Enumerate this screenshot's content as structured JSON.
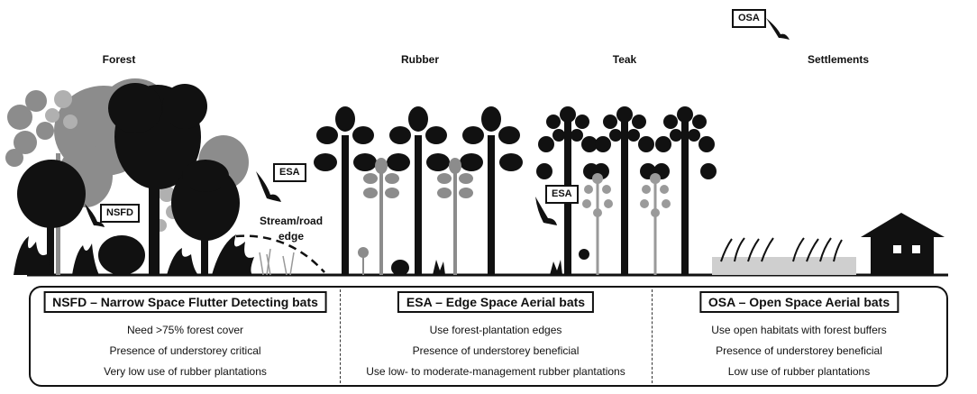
{
  "habitats": {
    "forest": "Forest",
    "rubber": "Rubber",
    "teak": "Teak",
    "settlements": "Settlements"
  },
  "tags": {
    "osa": "OSA",
    "esa_edge": "ESA",
    "esa_teak": "ESA",
    "nsfd": "NSFD"
  },
  "edge_label": {
    "line1": "Stream/road",
    "line2": "edge"
  },
  "guilds": [
    {
      "title": "NSFD – Narrow Space Flutter Detecting bats",
      "points": [
        "Need >75% forest cover",
        "Presence of understorey critical",
        "Very low use of rubber plantations"
      ]
    },
    {
      "title": "ESA – Edge Space Aerial bats",
      "points": [
        "Use forest-plantation edges",
        "Presence of understorey beneficial",
        "Use low- to moderate-management  rubber plantations"
      ]
    },
    {
      "title": "OSA – Open Space Aerial bats",
      "points": [
        "Use open habitats with forest buffers",
        "Presence of understorey beneficial",
        "Low use of rubber plantations"
      ]
    }
  ],
  "colors": {
    "ink": "#111111",
    "grey_tree": "#8c8c8c",
    "light_grey": "#b0b0b0"
  }
}
